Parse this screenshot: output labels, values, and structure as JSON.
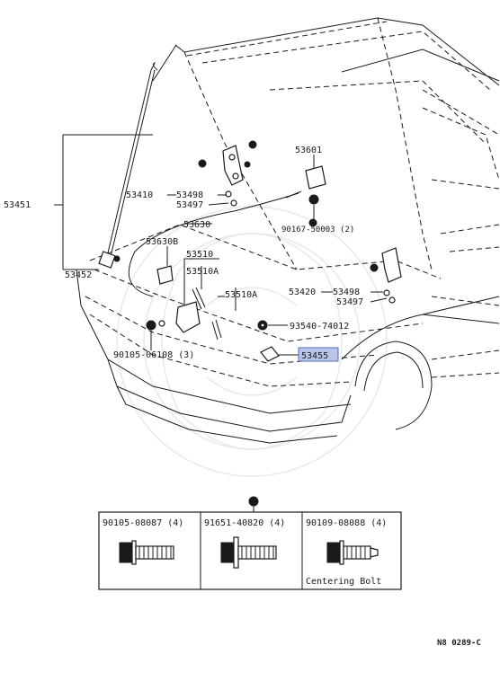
{
  "diagram": {
    "parts": {
      "p53451": "53451",
      "p53452": "53452",
      "p53410": "53410",
      "p53498a": "53498",
      "p53497a": "53497",
      "p53630": "53630",
      "p53630B": "53630B",
      "p53510": "53510",
      "p53510A_1": "53510A",
      "p53510A_2": "53510A",
      "p53601": "53601",
      "p90167": "90167-50003 (2)",
      "p53420": "53420",
      "p53498b": "53498",
      "p53497b": "53497",
      "p93540": "93540-74012",
      "p53455": "53455",
      "p90105": "90105-06108 (3)"
    },
    "bolts": [
      {
        "part": "90105-08087 (4)",
        "caption": ""
      },
      {
        "part": "91651-40820 (4)",
        "caption": ""
      },
      {
        "part": "90109-08088 (4)",
        "caption": "Centering Bolt"
      }
    ],
    "figure_code": "N8 0289-C",
    "highlight_color": "#b8c4e8"
  }
}
